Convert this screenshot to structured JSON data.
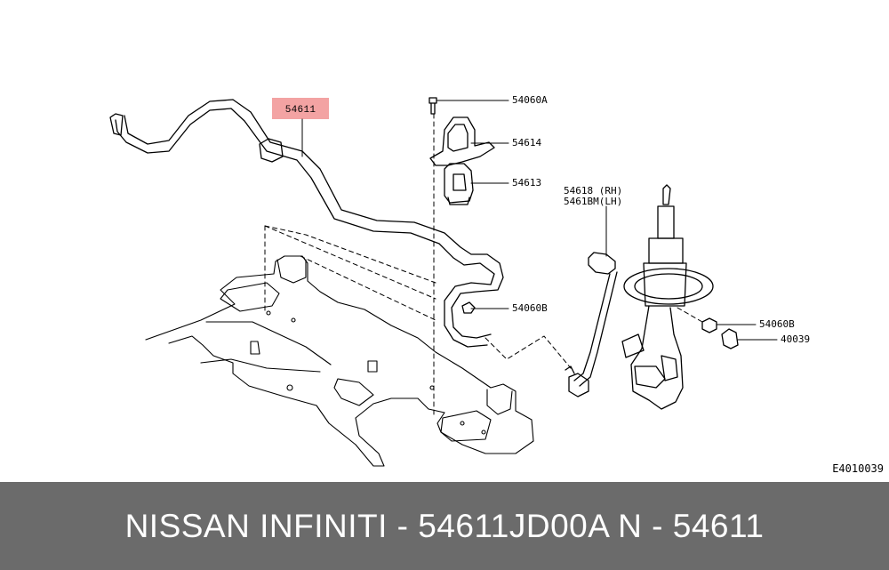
{
  "callouts": {
    "main_part": "54611",
    "bolt": "54060A",
    "clamp": "54614",
    "bushing": "54613",
    "link_rh": "54618 (RH)",
    "link_lh": "5461BM(LH)",
    "nut_link": "54060B",
    "nut_strut": "54060B",
    "cap": "40039"
  },
  "reference_code": "E4010039",
  "footer": {
    "caption": "NISSAN  INFINITI - 54611JD00A     N - 54611"
  },
  "colors": {
    "highlight": "#f3a3a3",
    "footer_bg": "#6b6b6b",
    "footer_text": "#ffffff",
    "line": "#000000"
  }
}
